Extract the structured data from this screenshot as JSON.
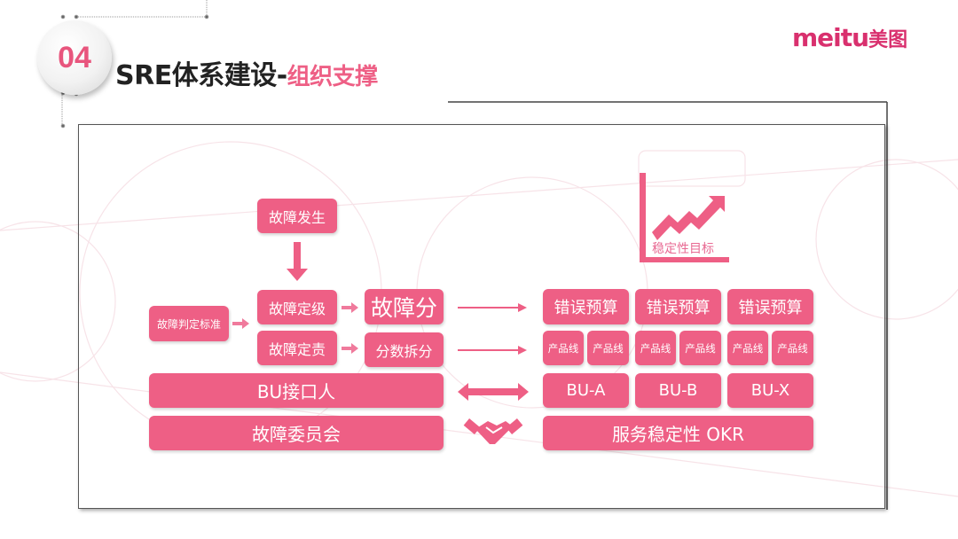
{
  "header": {
    "section_number": "04",
    "title_main": "SRE体系建设-",
    "title_sub": "组织支撑",
    "logo_text": "meitu美图"
  },
  "left_flow": {
    "incident_occurs": "故障发生",
    "judgment_standard": "故障判定标准",
    "incident_grading": "故障定级",
    "incident_responsibility": "故障定责",
    "incident_score": "故障分",
    "score_split": "分数拆分",
    "bu_contact": "BU接口人",
    "incident_committee": "故障委员会"
  },
  "right_grid": {
    "chart_label": "稳定性目标",
    "error_budgets": [
      "错误预算",
      "错误预算",
      "错误预算"
    ],
    "product_lines": [
      "产品线",
      "产品线",
      "产品线",
      "产品线",
      "产品线",
      "产品线"
    ],
    "bus": [
      "BU-A",
      "BU-B",
      "BU-X"
    ],
    "okr": "服务稳定性 OKR"
  },
  "colors": {
    "accent": "#ee5f85",
    "logo": "#d9306e"
  }
}
